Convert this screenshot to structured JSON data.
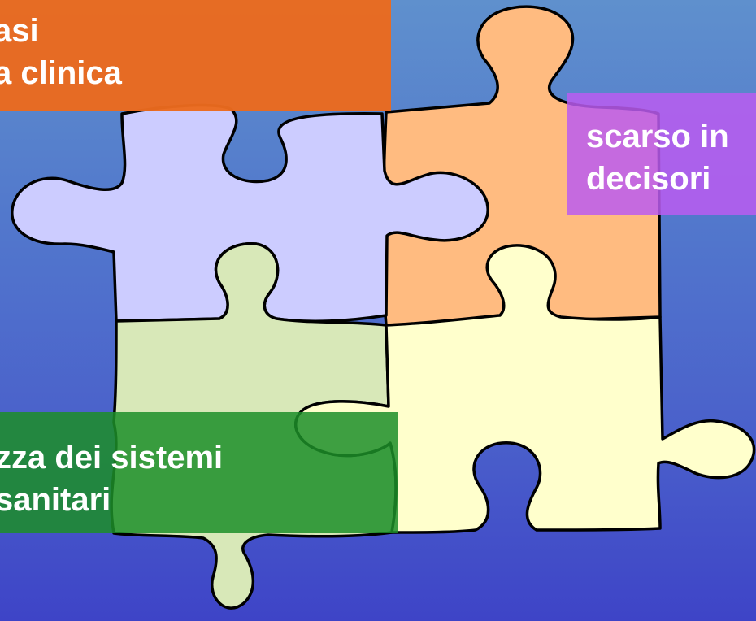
{
  "colors": {
    "background_top": "#5f90cd",
    "background_bottom": "#3e44c7",
    "piece_lavender": "#ccccff",
    "piece_orange": "#ffbb80",
    "piece_green": "#d8e8b8",
    "piece_yellow": "#ffffcc",
    "box_orange": "#e86a1e",
    "box_purple": "#b066ee",
    "box_green": "#2f9a3a"
  },
  "labels": {
    "top_left": {
      "lines": [
        "asi",
        "a clinica"
      ]
    },
    "right": {
      "lines": [
        "scarso in",
        "decisori"
      ]
    },
    "bottom_left": {
      "lines": [
        "zza dei sistemi",
        "sanitari"
      ]
    }
  }
}
